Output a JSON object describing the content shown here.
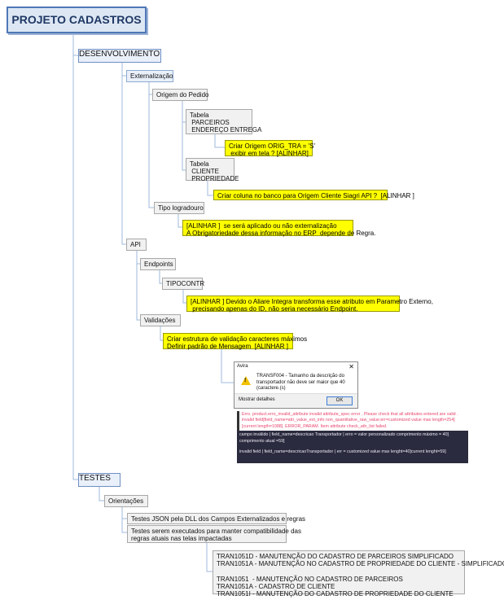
{
  "root": {
    "title": "PROJETO CADASTROS"
  },
  "desenvolvimento": {
    "label": "DESENVOLVIMENTO",
    "externalizacao": {
      "label": "Externalização",
      "origem_pedido": {
        "label": "Origem do Pedido",
        "tabela1": "Tabela\n PARCEIROS\n ENDEREÇO ENTREGA",
        "note1": "Criar Origem ORIG_TRA = 'S'\n exibir em tela ? [ALINHAR]",
        "tabela2": "Tabela\n CLIENTE\n PROPRIEDADE",
        "note2": "Criar coluna no banco para Origem Cliente Siagri API ?  [ALINHAR ]"
      },
      "tipo_logradouro": {
        "label": "Tipo logradouro",
        "note": "[ALINHAR ]  se será aplicado ou não externalização\nA Obrigatoriedade dessa informação no ERP  depende de Regra."
      }
    },
    "api": {
      "label": "API",
      "endpoints": {
        "label": "Endpoints",
        "tipocontr": "TIPOCONTR",
        "note": "[ALINHAR ] Devido o Aliare Integra transforma esse atributo em Parametro Externo,\n precisando apenas do ID, não seria necessário Endpoint."
      },
      "validacoes": {
        "label": "Validações",
        "note": "Criar estrutura de validação caracteres máximos\nDefinir padrão de Mensagem  [ALINHAR ]",
        "dialog": {
          "title": "Avira",
          "close": "✕",
          "message": "TRANSF004 - Tamanho da descrição do transportador não deve ser maior que 40 (caractere.(s)",
          "detail": "Mostrar detalhes",
          "ok": "OK"
        },
        "error_text": "Erro. product.erro_invalid_attribute invalid attribute_spec error . Please check that all attributes entered are valid . invalid field[field_name=attr_value_ext_info non_quantitative_raw_value;err=customized value max length=254][current length=1088]. ERROR_PARAM. Item attribute check_attr_list failed.",
        "dark_line1": "campo inválido | field_name=descricao Transportador | erro = valor personalizado comprimento máximo = 40] comprimento atual =59]",
        "dark_line2": "invalid field | field_name=descricaoTransportador | err = customized value max lenght=40]current lenght=59]"
      }
    }
  },
  "testes": {
    "label": "TESTES",
    "orientacoes": {
      "label": "Orientações",
      "item1": "Testes JSON pela DLL dos Campos Externalizados e regras",
      "item2": "Testes serem executados para manter compatibilidade das\nregras atuais nas telas impactadas",
      "tran_list": "TRAN1051D - MANUTENÇÃO DO CADASTRO DE PARCEIROS SIMPLIFICADO\nTRAN1051A - MANUTENÇÃO NO CADASTRO DE PROPRIEDADE DO CLIENTE - SIMPLIFICADO\n\nTRAN1051  - MANUTENÇÃO NO CADASTRO DE PARCEIROS\nTRAN1051A - CADASTRO DE CLIENTE\nTRAN1051I - MANUTENÇÃO DO CADASTRO DE PROPRIEDADE DO CLIENTE"
    }
  }
}
